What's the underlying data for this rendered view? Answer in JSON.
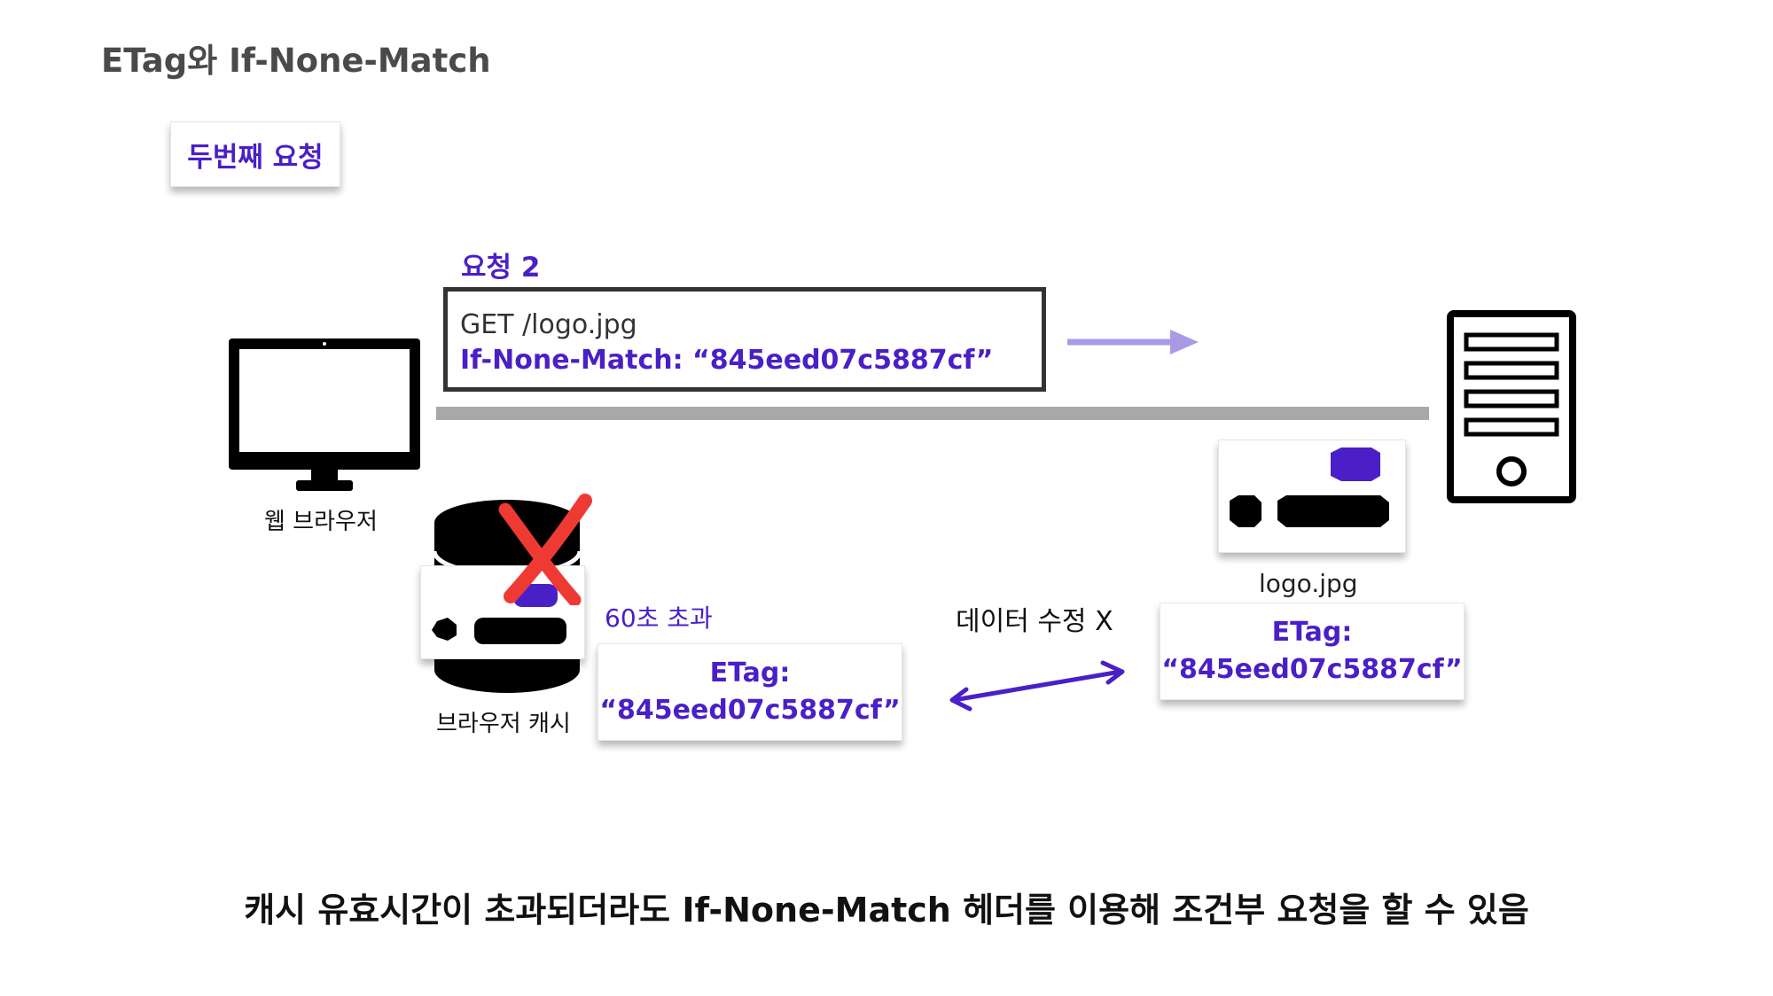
{
  "title": "ETag와 If-None-Match",
  "section_tag": "두번째 요청",
  "request": {
    "label": "요청 2",
    "line1": "GET /logo.jpg",
    "line2": "If-None-Match: “845eed07c5887cf”"
  },
  "browser": {
    "label": "웹 브라우저",
    "icon": "monitor-icon"
  },
  "cache": {
    "label": "브라우저 캐시",
    "icon": "database-icon",
    "expired_label": "60초 초과",
    "etag_label": "ETag:",
    "etag_value": "“845eed07c5887cf”"
  },
  "server": {
    "icon": "server-icon",
    "file_label": "logo.jpg",
    "etag_label": "ETag:",
    "etag_value": "“845eed07c5887cf”"
  },
  "compare_label": "데이터 수정 X",
  "note": "캐시 유효시간이 초과되더라도 If-None-Match 헤더를 이용해 조건부 요청을 할 수 있음",
  "colors": {
    "accent": "#4a1fc8",
    "arrow": "#a99ae6",
    "cross": "#ee3a33",
    "lane": "#a8a8a8"
  }
}
